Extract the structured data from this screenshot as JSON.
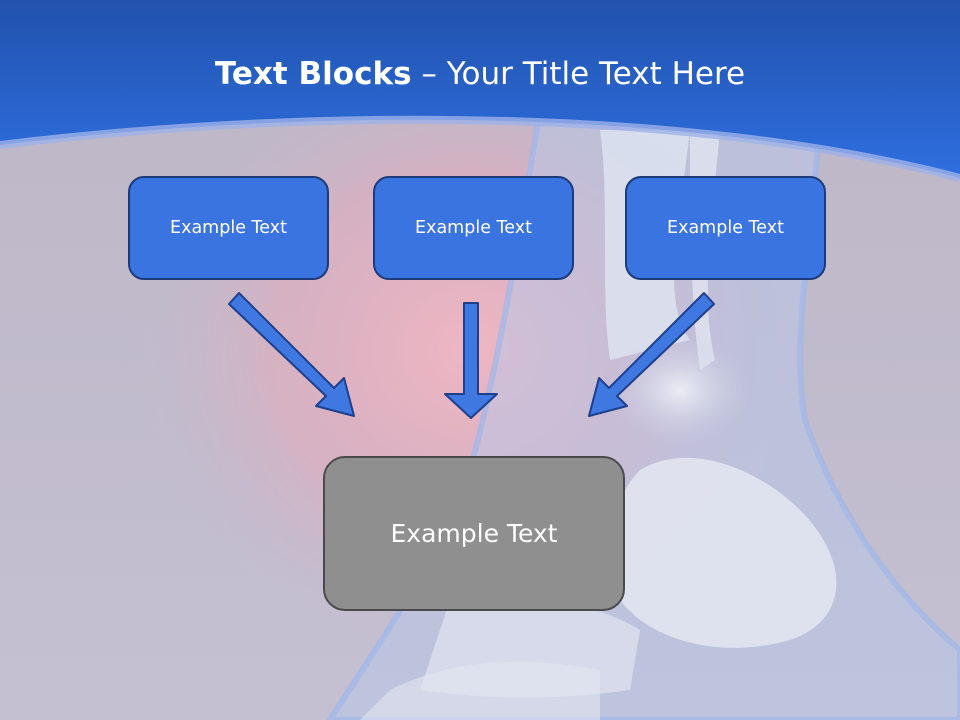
{
  "slide": {
    "title_bold": "Text Blocks",
    "title_separator": " – ",
    "title_rest": "Your Title Text Here",
    "blocks": [
      {
        "label": "Example Text"
      },
      {
        "label": "Example Text"
      },
      {
        "label": "Example Text"
      }
    ],
    "target": {
      "label": "Example Text"
    }
  },
  "colors": {
    "header_blue": "#2a64d6",
    "box_fill": "#3a74e0",
    "box_border": "#1d3b7a",
    "arrow_fill": "#3f78e0",
    "arrow_stroke": "#1d3f8c",
    "target_fill": "#8f8f8f",
    "target_border": "#4a4a4a"
  }
}
